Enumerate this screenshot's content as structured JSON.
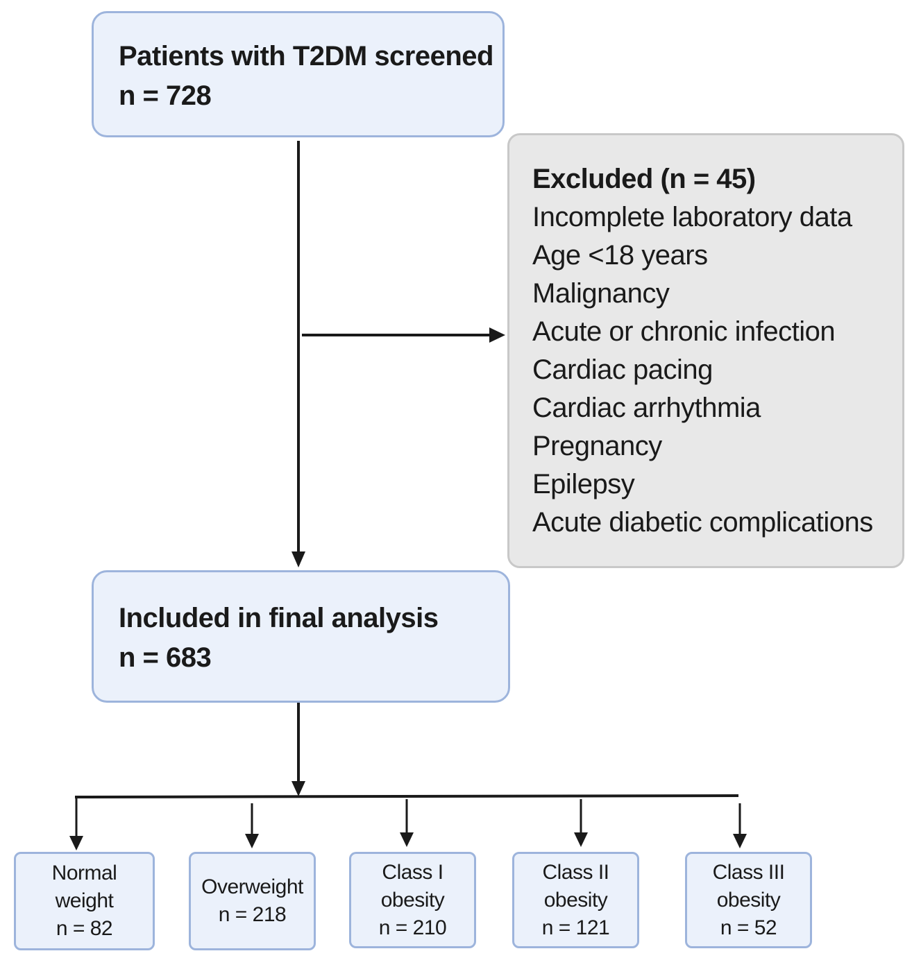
{
  "screened": {
    "title": "Patients with T2DM screened",
    "count": "n = 728"
  },
  "excluded": {
    "title": "Excluded (n = 45)",
    "reasons": [
      "Incomplete laboratory data",
      "Age <18 years",
      "Malignancy",
      "Acute or chronic infection",
      "Cardiac pacing",
      "Cardiac arrhythmia",
      "Pregnancy",
      "Epilepsy",
      "Acute diabetic complications"
    ]
  },
  "included": {
    "title": "Included in final analysis",
    "count": "n = 683"
  },
  "groups": [
    {
      "lines": [
        "Normal",
        "weight",
        "n = 82"
      ]
    },
    {
      "lines": [
        "Overweight",
        "n = 218"
      ]
    },
    {
      "lines": [
        "Class I",
        "obesity",
        "n = 210"
      ]
    },
    {
      "lines": [
        "Class II",
        "obesity",
        "n = 121"
      ]
    },
    {
      "lines": [
        "Class III",
        "obesity",
        "n = 52"
      ]
    }
  ],
  "colors": {
    "main_fill": "#ebf1fb",
    "main_border": "#9db4dc",
    "excluded_fill": "#e8e8e8",
    "excluded_border": "#c8c8c8",
    "arrow": "#1a1a1a"
  }
}
